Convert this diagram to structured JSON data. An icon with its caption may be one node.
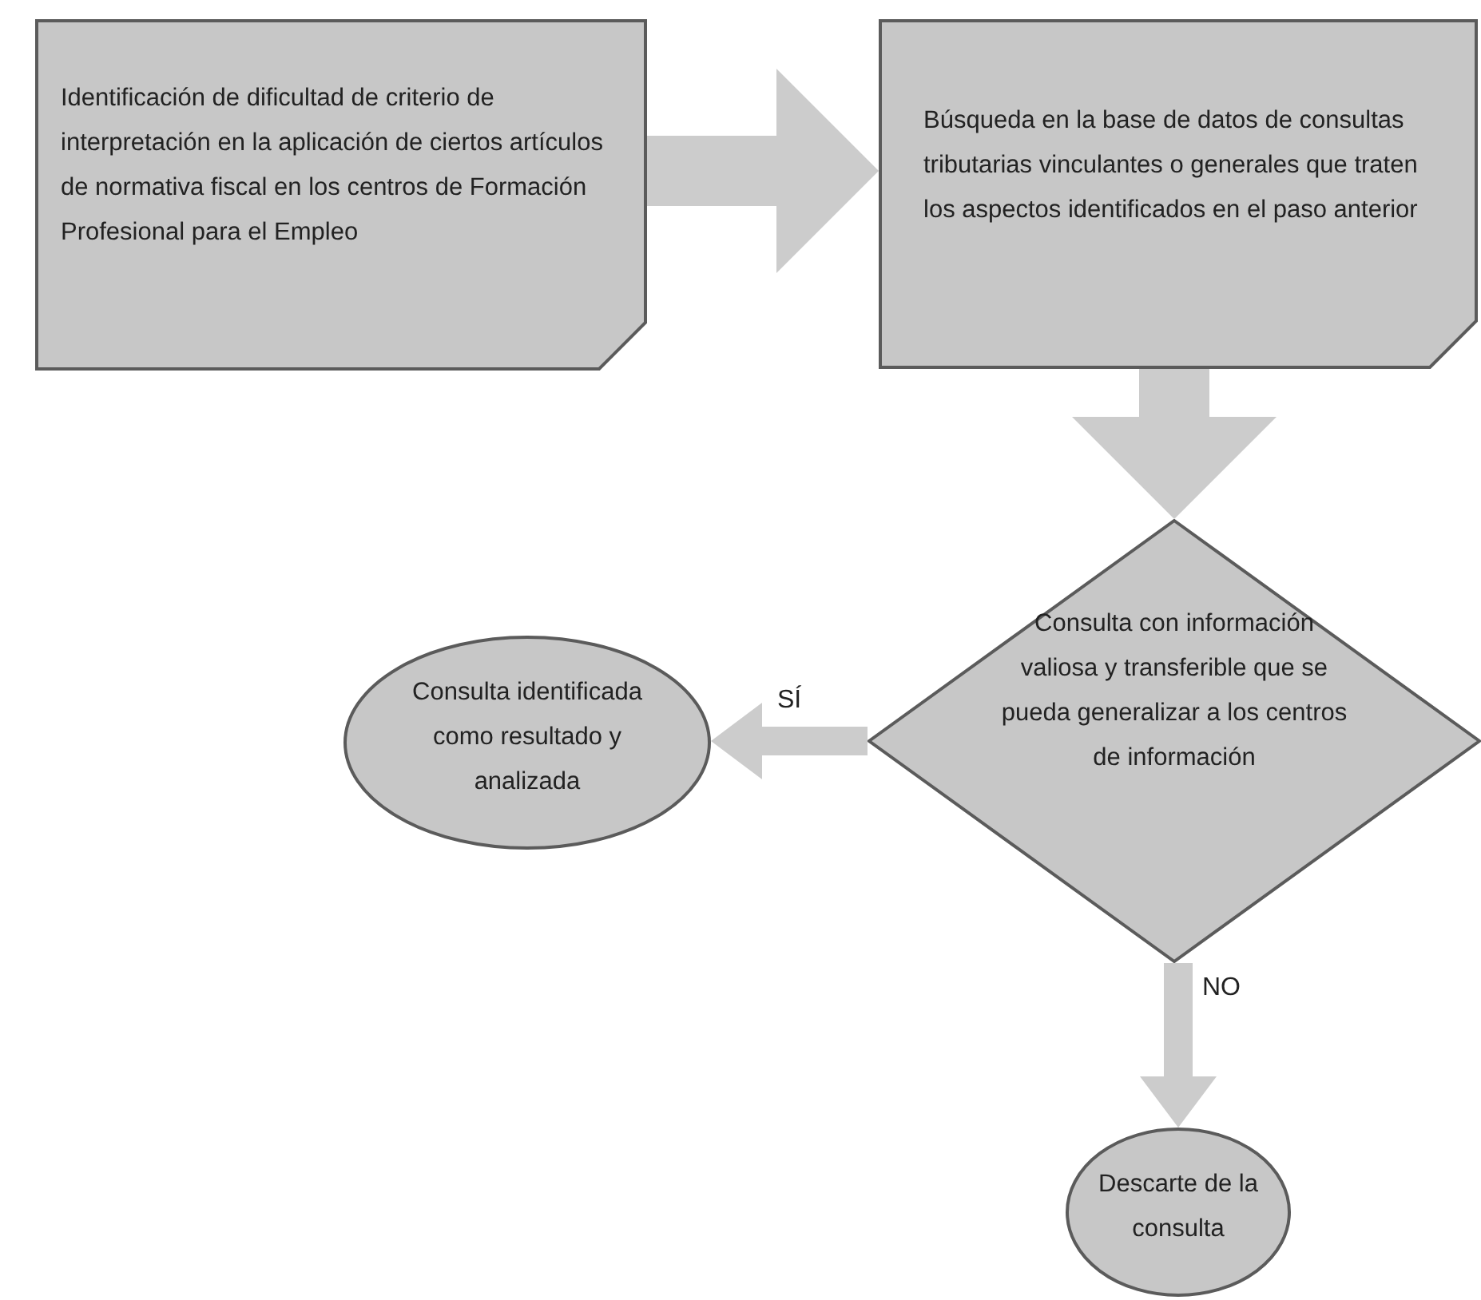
{
  "diagram": {
    "nodes": [
      {
        "text": [
          "Identificación de dificultad de criterio de interpretación en la aplicación de ciertos artículos de normativa fiscal en los centros de Formación Profesional para el Empleo"
        ]
      },
      {
        "text": [
          "Búsqueda en la base de datos de consultas tributarias vinculantes o generales que traten los aspectos identificados en el paso anterior"
        ]
      },
      {
        "text": [
          "Consulta con información valiosa y transferible que se pueda generalizar a los centros de información"
        ]
      },
      {
        "text": [
          "Consulta identificada como resultado y analizada"
        ]
      },
      {
        "text": [
          "Descarte de la consulta"
        ]
      }
    ],
    "edges": [
      {
        "from": 0,
        "to": 1,
        "arrow": "to",
        "style": "thick"
      },
      {
        "from": 1,
        "to": 2,
        "arrow": "to",
        "style": "thick"
      },
      {
        "from": 2,
        "to": 3,
        "arrow": "to",
        "label": "SÍ"
      },
      {
        "from": 2,
        "to": 4,
        "arrow": "to",
        "label": "NO"
      }
    ]
  }
}
